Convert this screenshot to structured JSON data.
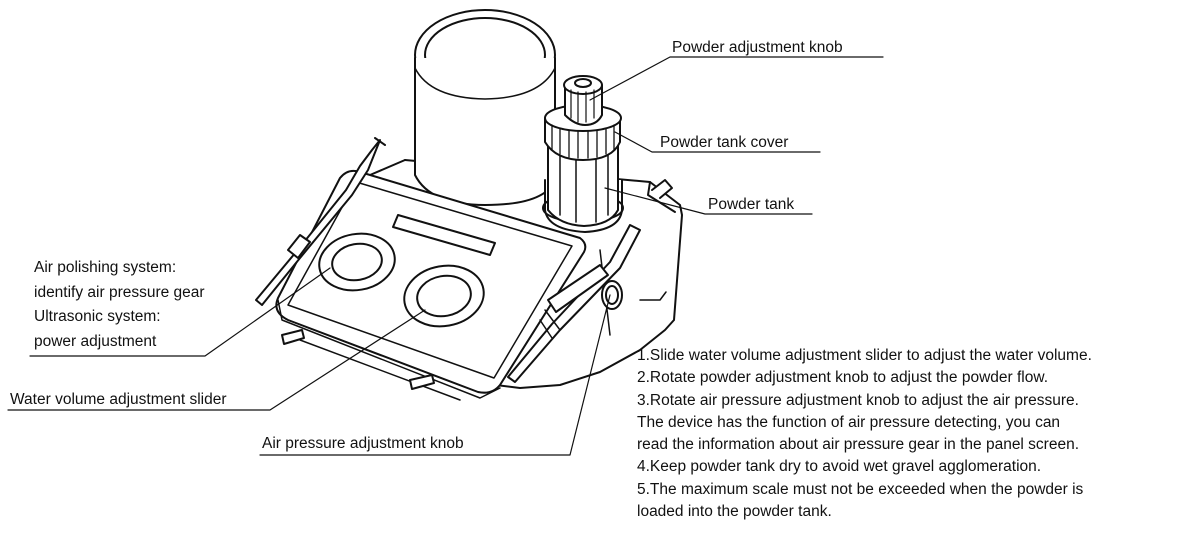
{
  "labels": {
    "powder_knob": "Powder adjustment knob",
    "tank_cover": "Powder tank cover",
    "tank": "Powder tank",
    "air_system_lines": [
      "Air polishing system:",
      "identify air pressure gear",
      "Ultrasonic system:",
      "power adjustment"
    ],
    "water_slider": "Water volume adjustment slider",
    "air_knob": "Air pressure adjustment knob"
  },
  "notes": [
    "1.Slide water volume adjustment slider to adjust the water volume.",
    "2.Rotate powder adjustment knob to adjust the  powder flow.",
    "3.Rotate air pressure adjustment knob to adjust the air pressure.",
    "The device has the function of air pressure detecting, you can",
    "read the information about air pressure gear in the panel screen.",
    "4.Keep powder tank dry to avoid wet gravel agglomeration.",
    "5.The maximum scale must not be exceeded when the powder is",
    "loaded into the powder tank."
  ],
  "line_color": "#111111"
}
